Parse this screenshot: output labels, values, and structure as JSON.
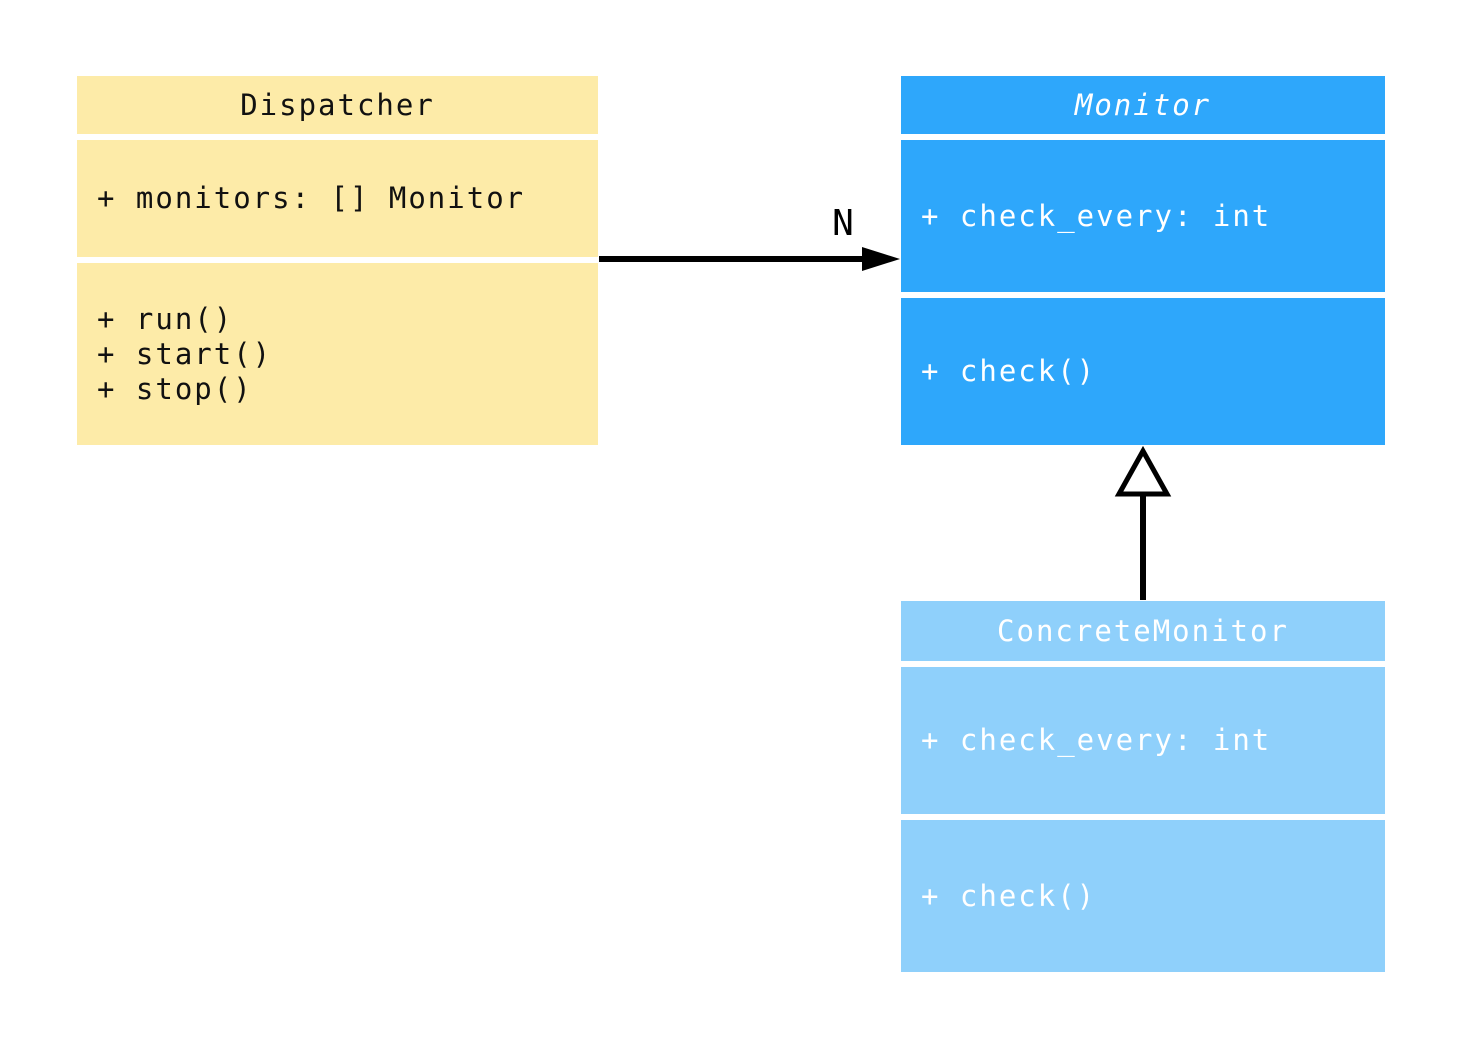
{
  "diagram": {
    "type": "uml-class-diagram",
    "background_color": "#FFFFFF",
    "classes": [
      {
        "name": "Dispatcher",
        "attributes": [
          "+ monitors: [] Monitor"
        ],
        "methods": [
          "+ run()",
          "+ start()",
          "+ stop()"
        ],
        "fill_color": "#FDEBA8",
        "text_color": "#111111",
        "italic_name": false
      },
      {
        "name": "Monitor",
        "attributes": [
          "+ check_every: int"
        ],
        "methods": [
          "+ check()"
        ],
        "fill_color": "#2EA7FB",
        "text_color": "#FFFFFF",
        "italic_name": true
      },
      {
        "name": "ConcreteMonitor",
        "attributes": [
          "+ check_every: int"
        ],
        "methods": [
          "+ check()"
        ],
        "fill_color": "#8FD0FB",
        "text_color": "#FFFFFF",
        "italic_name": false
      }
    ],
    "relations": [
      {
        "type": "association",
        "from": "Dispatcher",
        "to": "Monitor",
        "label": "N",
        "line_color": "#000000"
      },
      {
        "type": "inheritance",
        "from": "ConcreteMonitor",
        "to": "Monitor",
        "label": "",
        "line_color": "#000000"
      }
    ]
  }
}
